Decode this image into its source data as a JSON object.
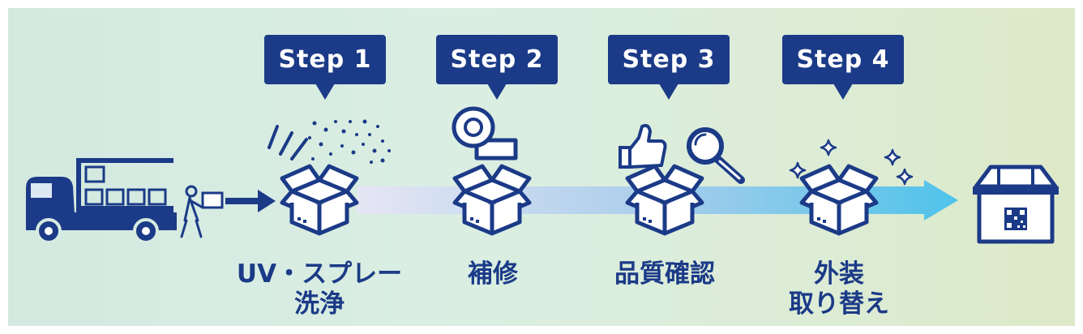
{
  "steps": [
    {
      "badge": "Step 1",
      "label_line1": "UV・スプレー",
      "label_line2": "洗浄"
    },
    {
      "badge": "Step 2",
      "label_line1": "補修",
      "label_line2": ""
    },
    {
      "badge": "Step 3",
      "label_line1": "品質確認",
      "label_line2": ""
    },
    {
      "badge": "Step 4",
      "label_line1": "外装",
      "label_line2": "取り替え"
    }
  ],
  "colors": {
    "navy": "#1b3a87",
    "arrow_start": "#e6e6f4",
    "arrow_end": "#4fc3ea"
  },
  "icons": [
    "truck-icon",
    "worker-icon",
    "spray-icon",
    "tape-icon",
    "thumbs-up-icon",
    "magnifier-icon",
    "sparkle-icon",
    "box-icon",
    "qr-box-icon"
  ]
}
